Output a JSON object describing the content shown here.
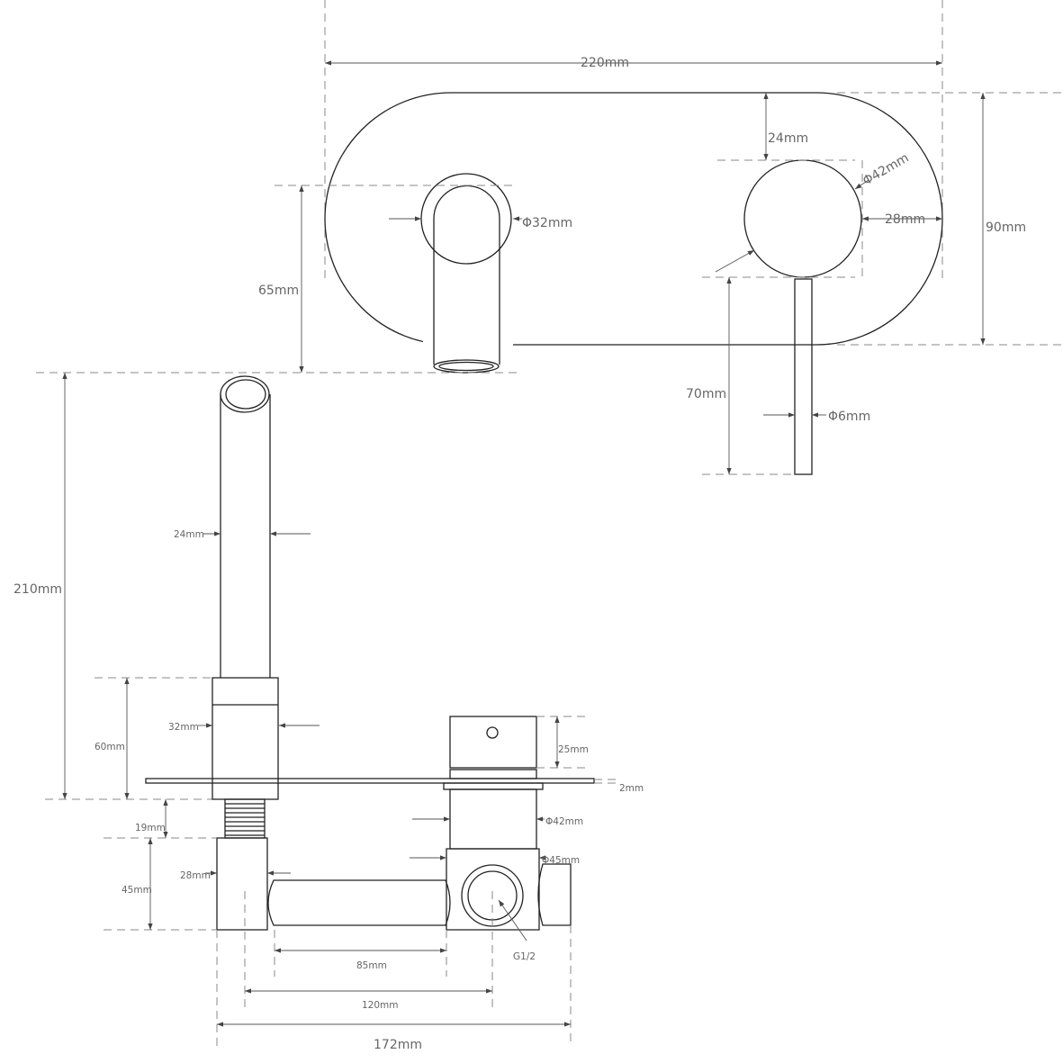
{
  "top_view": {
    "width": "220mm",
    "height": "90mm",
    "handle_top_offset": "24mm",
    "handle_diameter": "Φ42mm",
    "handle_edge_offset": "28mm",
    "spout_diameter": "Φ32mm",
    "spout_drop": "65mm",
    "lever_length": "70mm",
    "lever_diameter": "Φ6mm"
  },
  "side_view": {
    "total_height": "210mm",
    "spout_width": "24mm",
    "body_height": "60mm",
    "body_width": "32mm",
    "thread_length": "19mm",
    "elbow_height": "45mm",
    "elbow_width": "28mm",
    "knob_height": "25mm",
    "plate_thickness": "2mm",
    "valve_diameter": "Φ42mm",
    "valve_body_diameter": "Φ45mm",
    "inlet_thread": "G1/2",
    "pipe_length": "85mm",
    "centre_distance": "120mm",
    "total_width": "172mm"
  }
}
